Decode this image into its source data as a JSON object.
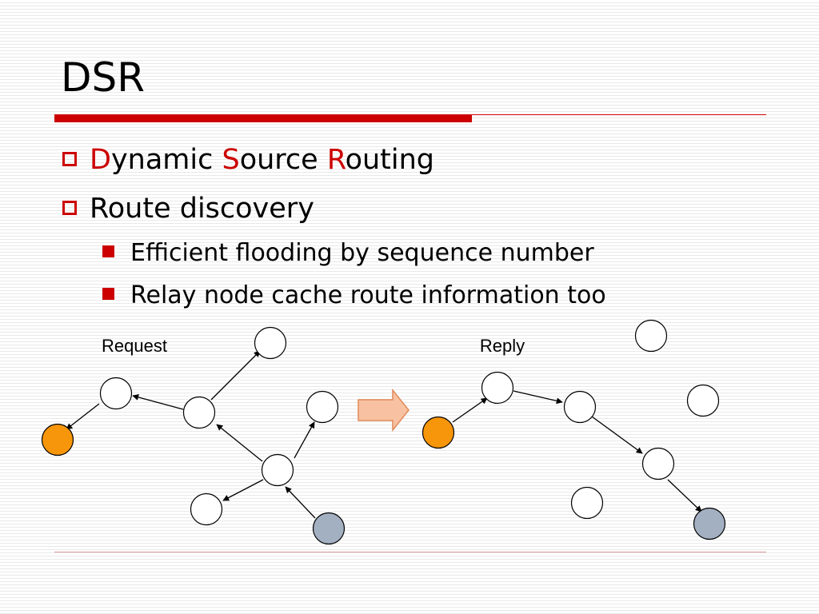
{
  "slide": {
    "title": "DSR",
    "bullets": [
      {
        "parts": [
          {
            "text": "D",
            "accent": true
          },
          {
            "text": "ynamic ",
            "accent": false
          },
          {
            "text": "S",
            "accent": true
          },
          {
            "text": "ource ",
            "accent": false
          },
          {
            "text": "R",
            "accent": true
          },
          {
            "text": "outing",
            "accent": false
          }
        ]
      },
      {
        "text": "Route discovery"
      }
    ],
    "sub_bullets": [
      "Efficient flooding by sequence number",
      "Relay node cache route information too"
    ]
  },
  "diagram": {
    "request_label": "Request",
    "reply_label": "Reply"
  },
  "colors": {
    "accent": "#cc0000",
    "source_node": "#f7960a",
    "destination_node": "#a3b0c2",
    "relay_node": "#ffffff",
    "transition_arrow": "#f8c2a2"
  }
}
